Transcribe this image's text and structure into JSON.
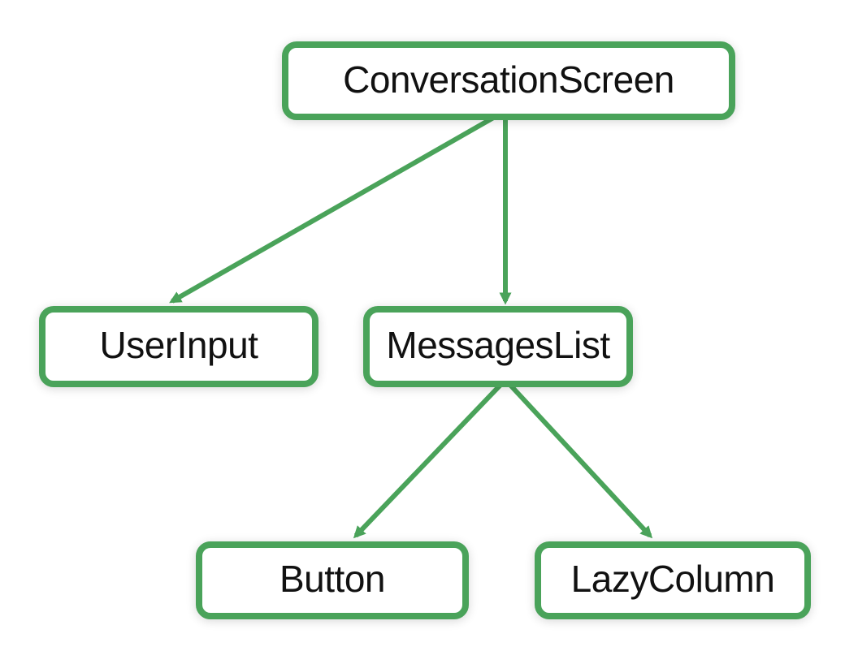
{
  "diagram": {
    "type": "tree",
    "accent_color": "#4aa35a",
    "text_color": "#111111",
    "background_color": "#ffffff",
    "nodes": {
      "conversationScreen": {
        "label": "ConversationScreen"
      },
      "userInput": {
        "label": "UserInput"
      },
      "messagesList": {
        "label": "MessagesList"
      },
      "button": {
        "label": "Button"
      },
      "lazyColumn": {
        "label": "LazyColumn"
      }
    },
    "edges": [
      {
        "from": "ConversationScreen",
        "to": "UserInput"
      },
      {
        "from": "ConversationScreen",
        "to": "MessagesList"
      },
      {
        "from": "MessagesList",
        "to": "Button"
      },
      {
        "from": "MessagesList",
        "to": "LazyColumn"
      }
    ]
  }
}
